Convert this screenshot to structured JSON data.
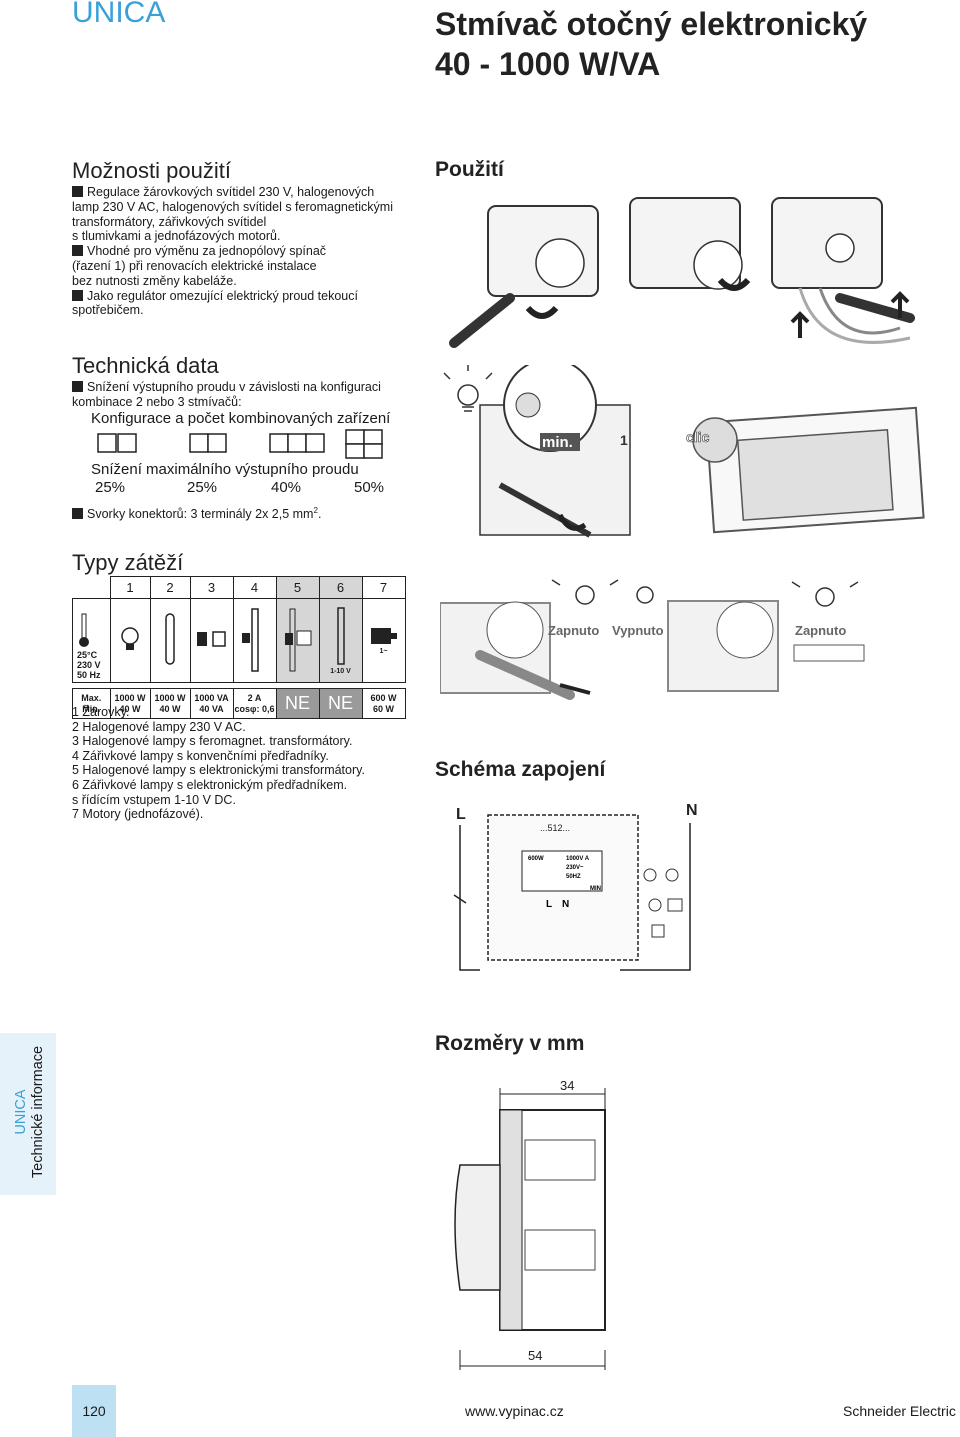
{
  "header": {
    "brand": "UNICA",
    "title_line1": "Stmívač otočný elektronický",
    "title_line2": "40 - 1000 W/VA"
  },
  "usage": {
    "heading": "Možnosti použití",
    "bullets": [
      [
        "Regulace žárovkových svítidel 230 V, halogenových",
        "lamp 230 V AC, halogenových svítidel s feromagnetickými",
        "transformátory, zářivkových svítidel",
        "s tlumivkami a jednofázových motorů."
      ],
      [
        "Vhodné pro výměnu za jednopólový spínač",
        "(řazení 1) při renovacích elektrické instalace",
        "bez nutnosti změny kabeláže."
      ],
      [
        "Jako regulátor omezující elektrický proud tekoucí",
        "spotřebičem."
      ]
    ],
    "right_heading": "Použití"
  },
  "tech": {
    "heading": "Technická data",
    "line1": "Snížení výstupního proudu v závislosti na konfiguraci",
    "line2": "kombinace 2 nebo 3 stmívačů:",
    "config_label": "Konfigurace a počet kombinovaných zařízení",
    "reduction_label": "Snížení maximálního výstupního proudu",
    "percents": [
      "25%",
      "25%",
      "40%",
      "50%"
    ],
    "terminals": "Svorky konektorů: 3 terminály 2x 2,5 mm",
    "terminals_sup": "2",
    "terminals_end": ".",
    "min_label": "min.",
    "count_label": "1",
    "clic_label": "clic"
  },
  "loads": {
    "heading": "Typy zátěží",
    "columns": [
      "1",
      "2",
      "3",
      "4",
      "5",
      "6",
      "7"
    ],
    "cond_lines": [
      "25°C",
      "230 V",
      "50 Hz"
    ],
    "ctrl_label": "1-10 V",
    "motor_label": "1~",
    "maxmin_label": [
      "Max.",
      "Min."
    ],
    "values": [
      [
        "1000 W",
        "40 W"
      ],
      [
        "1000 W",
        "40 W"
      ],
      [
        "1000 VA",
        "40 VA"
      ],
      [
        "2 A",
        "cosφ: 0,6"
      ],
      [
        "NE",
        ""
      ],
      [
        "NE",
        ""
      ],
      [
        "600 W",
        "60 W"
      ]
    ],
    "legend": [
      "1 Žárovky.",
      "2 Halogenové lampy 230 V AC.",
      "3 Halogenové lampy s feromagnet. transformátory.",
      "4 Zářivkové lampy s konvenčními předřadníky.",
      "5 Halogenové lampy s elektronickými transformátory.",
      "6 Zářivkové lampy s elektronickým předřadníkem.",
      "s řídícím vstupem 1-10 V DC.",
      "7 Motory (jednofázové)."
    ],
    "on_label": "Zapnuto",
    "off_label": "Vypnuto",
    "on_label2": "Zapnuto"
  },
  "wiring": {
    "heading": "Schéma zapojení",
    "L": "L",
    "N": "N",
    "code": "...512...",
    "spec_600w": "600W",
    "spec_1000v": "1000V A",
    "spec_230v": "230V~",
    "spec_50hz": "50HZ",
    "spec_min": "MIN",
    "term_L": "L",
    "term_N": "N"
  },
  "dims": {
    "heading": "Rozměry v mm",
    "width": "34",
    "depth": "54"
  },
  "sidebar": {
    "line1": "UNICA",
    "line2": "Technické informace"
  },
  "footer": {
    "page": "120",
    "url": "www.vypinac.cz",
    "company": "Schneider Electric"
  }
}
